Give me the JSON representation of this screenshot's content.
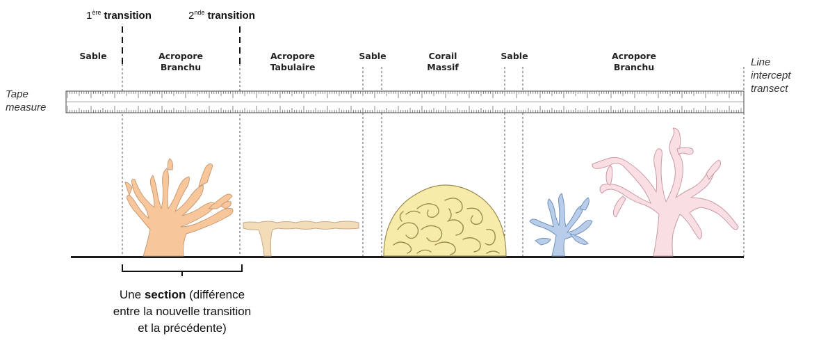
{
  "transitions": {
    "first_num": "1",
    "first_sup": "ère",
    "first_word": "transition",
    "second_num": "2",
    "second_sup": "nde",
    "second_word": "transition"
  },
  "zones": [
    {
      "label": "Sable"
    },
    {
      "label": "Acropore\nBranchu"
    },
    {
      "label": "Acropore\nTabulaire"
    },
    {
      "label": "Sable"
    },
    {
      "label": "Corail\nMassif"
    },
    {
      "label": "Sable"
    },
    {
      "label": "Acropore\nBranchu"
    }
  ],
  "tape_label": "Tape\nmeasure",
  "transect_label": "Line\nintercept\ntransect",
  "section_note": {
    "prefix": "Une ",
    "bold": "section",
    "rest_line1": " (différence",
    "line2": "entre la nouvelle transition",
    "line3": "et la précédente)"
  },
  "colors": {
    "acropore_branchu": "#f7c79b",
    "acropore_tabulaire": "#f3dcb8",
    "corail_massif": "#f7ebaa",
    "small_branch_blue": "#b7cdea",
    "large_branch_pink": "#f9dfe3"
  }
}
